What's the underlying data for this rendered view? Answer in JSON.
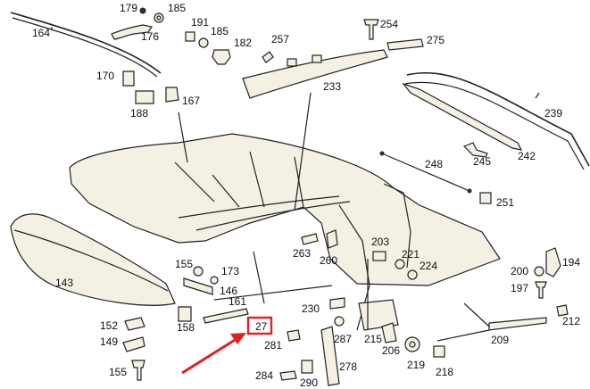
{
  "callouts": [
    {
      "id": "c164",
      "text": "164"
    },
    {
      "id": "c179",
      "text": "179"
    },
    {
      "id": "c185a",
      "text": "185"
    },
    {
      "id": "c176",
      "text": "176"
    },
    {
      "id": "c191",
      "text": "191"
    },
    {
      "id": "c185b",
      "text": "185"
    },
    {
      "id": "c182",
      "text": "182"
    },
    {
      "id": "c257",
      "text": "257"
    },
    {
      "id": "c254",
      "text": "254"
    },
    {
      "id": "c275",
      "text": "275"
    },
    {
      "id": "c170",
      "text": "170"
    },
    {
      "id": "c188",
      "text": "188"
    },
    {
      "id": "c167",
      "text": "167"
    },
    {
      "id": "c233",
      "text": "233"
    },
    {
      "id": "c239",
      "text": "239"
    },
    {
      "id": "c245",
      "text": "245"
    },
    {
      "id": "c242",
      "text": "242"
    },
    {
      "id": "c248",
      "text": "248"
    },
    {
      "id": "c251",
      "text": "251"
    },
    {
      "id": "c143",
      "text": "143"
    },
    {
      "id": "c263",
      "text": "263"
    },
    {
      "id": "c260",
      "text": "260"
    },
    {
      "id": "c203",
      "text": "203"
    },
    {
      "id": "c221",
      "text": "221"
    },
    {
      "id": "c224",
      "text": "224"
    },
    {
      "id": "c194",
      "text": "194"
    },
    {
      "id": "c200",
      "text": "200"
    },
    {
      "id": "c197",
      "text": "197"
    },
    {
      "id": "c155a",
      "text": "155"
    },
    {
      "id": "c173",
      "text": "173"
    },
    {
      "id": "c146",
      "text": "146"
    },
    {
      "id": "c161",
      "text": "161"
    },
    {
      "id": "c230",
      "text": "230"
    },
    {
      "id": "c158",
      "text": "158"
    },
    {
      "id": "c152",
      "text": "152"
    },
    {
      "id": "c149",
      "text": "149"
    },
    {
      "id": "c27",
      "text": "27"
    },
    {
      "id": "c287",
      "text": "287"
    },
    {
      "id": "c215",
      "text": "215"
    },
    {
      "id": "c212",
      "text": "212"
    },
    {
      "id": "c281",
      "text": "281"
    },
    {
      "id": "c206",
      "text": "206"
    },
    {
      "id": "c209",
      "text": "209"
    },
    {
      "id": "c219",
      "text": "219"
    },
    {
      "id": "c218",
      "text": "218"
    },
    {
      "id": "c278",
      "text": "278"
    },
    {
      "id": "c155b",
      "text": "155"
    },
    {
      "id": "c284",
      "text": "284"
    },
    {
      "id": "c290",
      "text": "290"
    }
  ],
  "colors": {
    "highlight": "#e02020",
    "ink": "#222222"
  }
}
